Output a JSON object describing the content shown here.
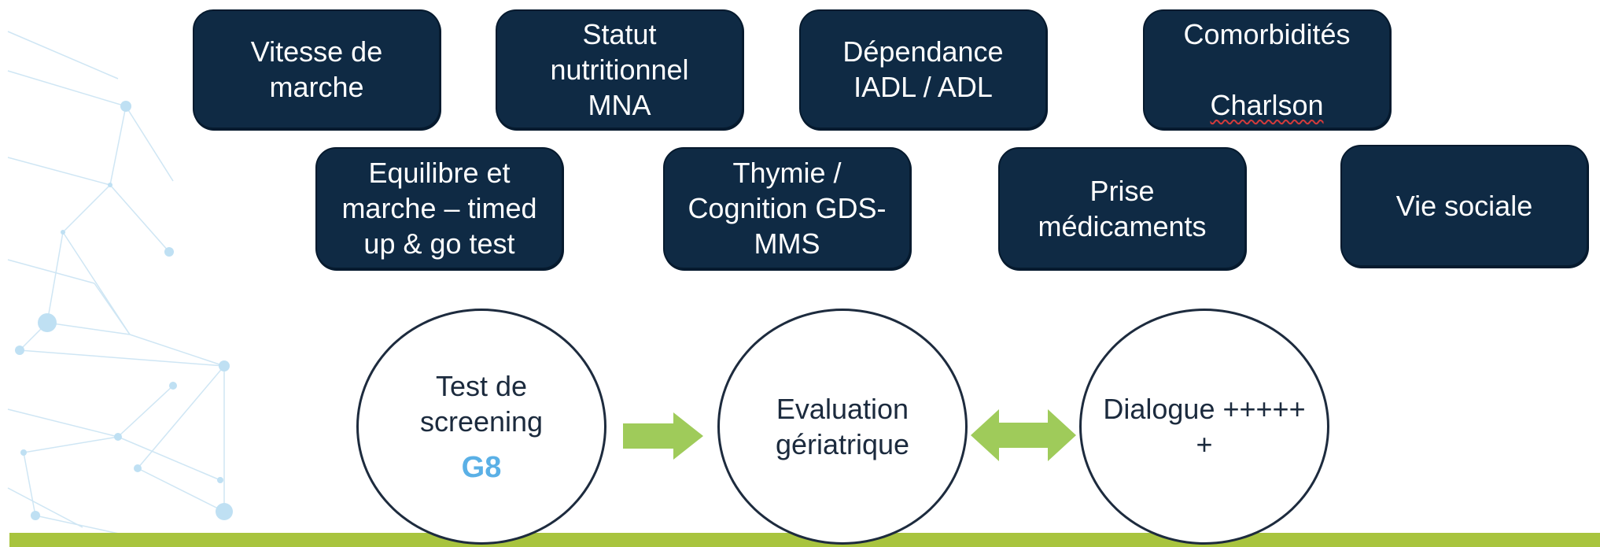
{
  "colors": {
    "box_bg": "#0f2a44",
    "accent_green": "#a8c43e",
    "arrow_green": "#9fcb5a",
    "g8_blue": "#5ab0e6",
    "circle_stroke": "#1d2b3e"
  },
  "boxes": [
    {
      "text": "Vitesse de\nmarche"
    },
    {
      "text": "Statut\nnutritionnel\nMNA"
    },
    {
      "text": "Dépendance\nIADL / ADL"
    },
    {
      "line1": "Comorbidités",
      "line2": "Charlson"
    },
    {
      "text": "Equilibre et\nmarche – timed\nup & go test"
    },
    {
      "text": "Thymie /\nCognition GDS-\nMMS"
    },
    {
      "text": "Prise\nmédicaments"
    },
    {
      "text": "Vie sociale"
    }
  ],
  "circles": [
    {
      "text": "Test de\nscreening",
      "badge": "G8"
    },
    {
      "text": "Evaluation\ngériatrique"
    },
    {
      "text": "Dialogue +++++\n+"
    }
  ],
  "icons": {
    "arrow_right": "arrow-right-icon",
    "arrow_double": "double-arrow-icon",
    "decor": "network-decoration"
  }
}
